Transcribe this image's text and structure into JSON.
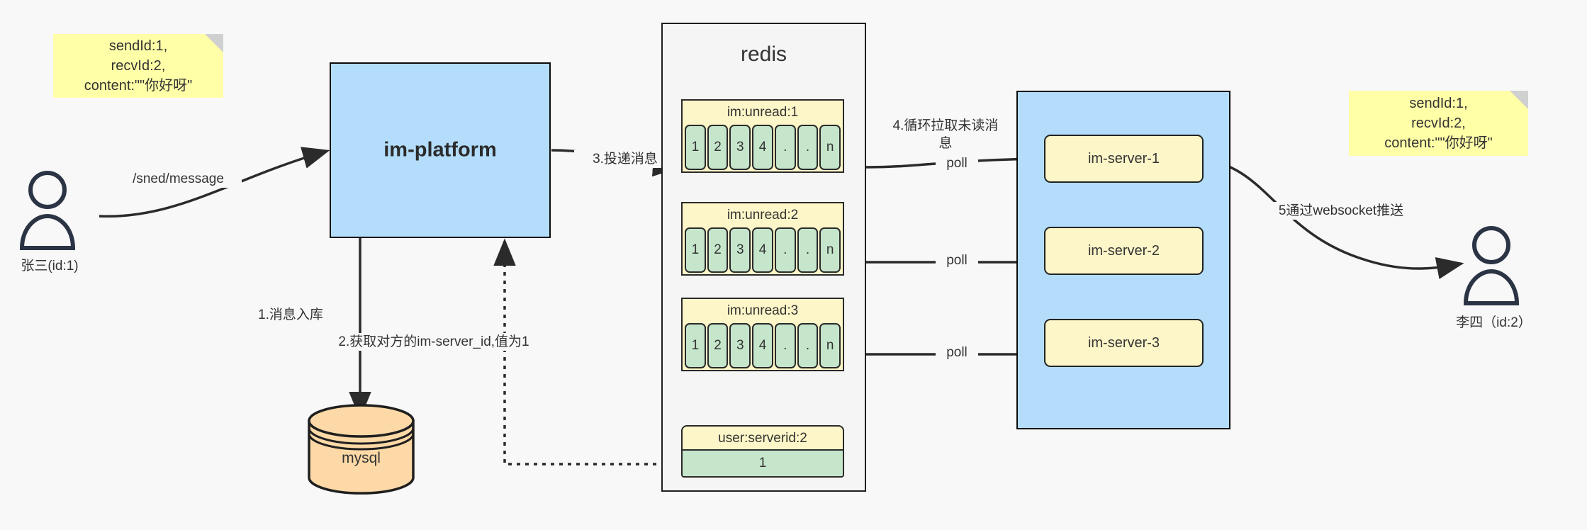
{
  "diagram": {
    "title": "IM message delivery architecture",
    "colors": {
      "sticky": "#ffffA8",
      "blue": "#b3ddfb",
      "yellow": "#fdf6c8",
      "green": "#c6e6cc",
      "orange": "#fcd9a6",
      "stroke": "#1f1f1f",
      "background": "#f8f8f8"
    }
  },
  "notes": {
    "left": "sendId:1,\nrecvId:2,\ncontent:\"\"你好呀\"",
    "right": "sendId:1,\nrecvId:2,\ncontent:\"\"你好呀\""
  },
  "actors": {
    "sender": {
      "label": "张三(id:1)",
      "icon": "user-icon"
    },
    "receiver": {
      "label": "李四（id:2）",
      "icon": "user-icon"
    }
  },
  "platform": {
    "label": "im-platform"
  },
  "database": {
    "label": "mysql",
    "icon": "database-cylinder-icon"
  },
  "redis": {
    "title": "redis",
    "lists": [
      {
        "key": "im:unread:1",
        "cells": [
          "1",
          "2",
          "3",
          "4",
          ".",
          ".",
          "n"
        ]
      },
      {
        "key": "im:unread:2",
        "cells": [
          "1",
          "2",
          "3",
          "4",
          ".",
          ".",
          "n"
        ]
      },
      {
        "key": "im:unread:3",
        "cells": [
          "1",
          "2",
          "3",
          "4",
          ".",
          ".",
          "n"
        ]
      }
    ],
    "kv": {
      "key": "user:serverid:2",
      "value": "1"
    }
  },
  "servers": {
    "items": [
      {
        "label": "im-server-1"
      },
      {
        "label": "im-server-2"
      },
      {
        "label": "im-server-3"
      }
    ]
  },
  "edges": {
    "send_message": "/sned/message",
    "step1": "1.消息入库",
    "step2": "2.获取对方的im-server_id,值为1",
    "step3": "3.投递消息",
    "step4": "4.循环拉取未读消\n息",
    "poll1": "poll",
    "poll2": "poll",
    "poll3": "poll",
    "step5": "5通过websocket推送"
  }
}
